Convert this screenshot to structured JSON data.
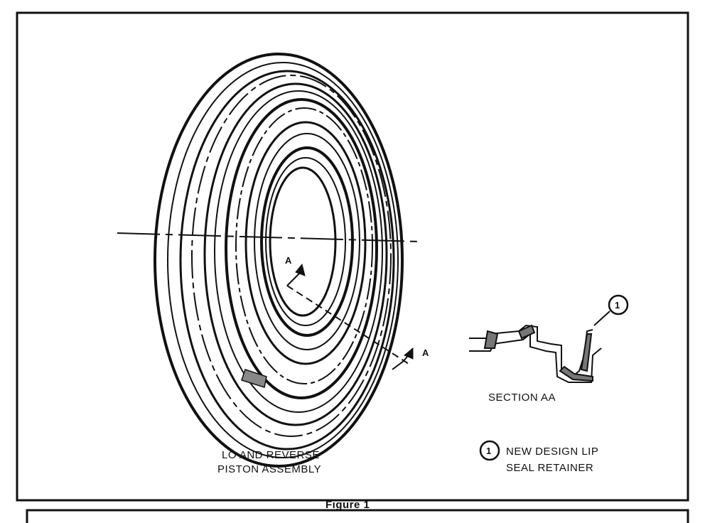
{
  "figure": {
    "caption": "Figure 1",
    "assembly_label_line1": "LO AND REVERSE",
    "assembly_label_line2": "PISTON ASSEMBLY",
    "section_label": "SECTION AA",
    "section_marker": "A",
    "callout_number": "1",
    "callout_text_line1": "NEW DESIGN LIP",
    "callout_text_line2": "SEAL RETAINER"
  }
}
